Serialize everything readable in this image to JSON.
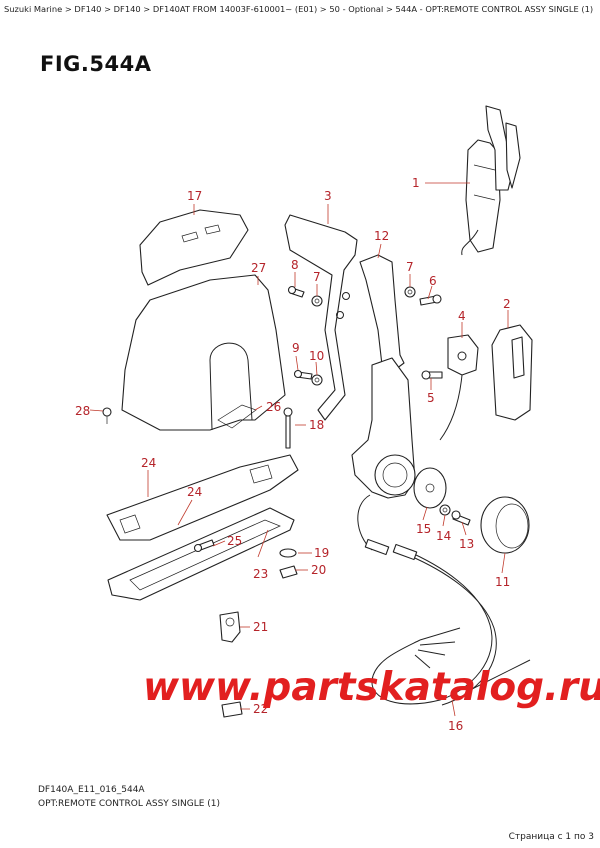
{
  "breadcrumb": "Suzuki Marine > DF140 > DF140 > DF140AT FROM 14003F-610001~ (E01) > 50 - Optional > 544A - OPT:REMOTE CONTROL ASSY SINGLE (1)",
  "figure": {
    "title": "FIG.544A"
  },
  "callouts": {
    "c1": "1",
    "c2": "2",
    "c3": "3",
    "c4": "4",
    "c5": "5",
    "c6": "6",
    "c7a": "7",
    "c7b": "7",
    "c8": "8",
    "c9": "9",
    "c10": "10",
    "c11": "11",
    "c12": "12",
    "c13": "13",
    "c14": "14",
    "c15": "15",
    "c16": "16",
    "c17": "17",
    "c18": "18",
    "c19": "19",
    "c20": "20",
    "c21": "21",
    "c22": "22",
    "c23": "23",
    "c24a": "24",
    "c24b": "24",
    "c25": "25",
    "c26": "26",
    "c27": "27",
    "c28": "28"
  },
  "watermark": "www.partskatalog.ru",
  "footer": {
    "code": "DF140A_E11_016_544A",
    "caption": "OPT:REMOTE CONTROL ASSY SINGLE (1)",
    "pager": "Страница с 1 по 3"
  },
  "colors": {
    "callout": "#b5242a",
    "watermark": "#e21f1f",
    "line": "#222222"
  }
}
